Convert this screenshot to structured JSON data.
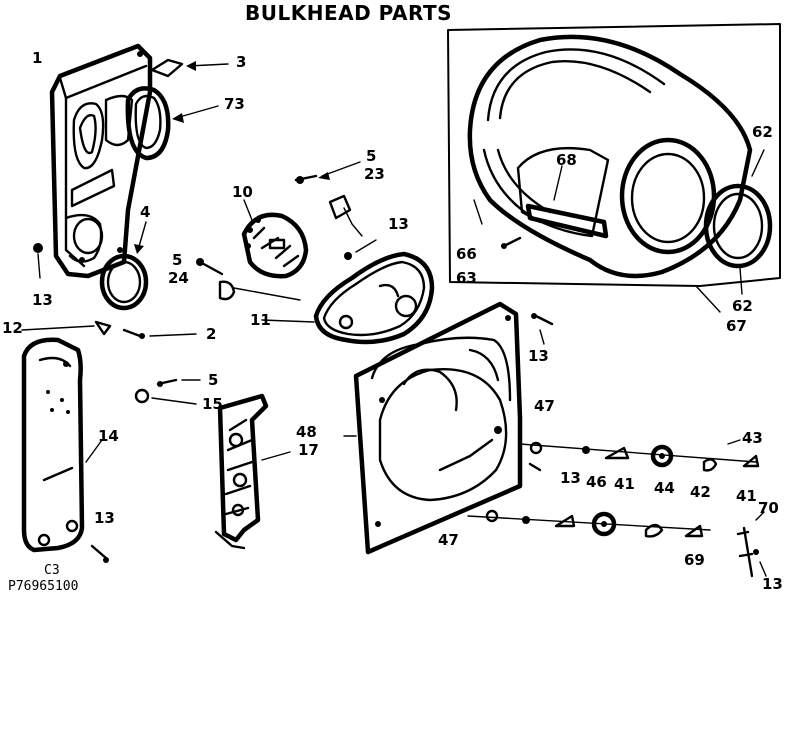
{
  "diagram": {
    "title": "BULKHEAD PARTS",
    "figure_code": "C3",
    "figure_number": "P76965100",
    "callouts": [
      {
        "key": "c1",
        "text": "1"
      },
      {
        "key": "c3",
        "text": "3"
      },
      {
        "key": "c73",
        "text": "73"
      },
      {
        "key": "c4",
        "text": "4"
      },
      {
        "key": "c13a",
        "text": "13"
      },
      {
        "key": "c10",
        "text": "10"
      },
      {
        "key": "c5a",
        "text": "5"
      },
      {
        "key": "c23",
        "text": "23"
      },
      {
        "key": "c13b",
        "text": "13"
      },
      {
        "key": "c5b",
        "text": "5"
      },
      {
        "key": "c24",
        "text": "24"
      },
      {
        "key": "c11",
        "text": "11"
      },
      {
        "key": "c12",
        "text": "12"
      },
      {
        "key": "c2",
        "text": "2"
      },
      {
        "key": "c5c",
        "text": "5"
      },
      {
        "key": "c15",
        "text": "15"
      },
      {
        "key": "c14",
        "text": "14"
      },
      {
        "key": "c13c",
        "text": "13"
      },
      {
        "key": "c68",
        "text": "68"
      },
      {
        "key": "c62a",
        "text": "62"
      },
      {
        "key": "c66",
        "text": "66"
      },
      {
        "key": "c63",
        "text": "63"
      },
      {
        "key": "c62b",
        "text": "62"
      },
      {
        "key": "c67",
        "text": "67"
      },
      {
        "key": "c13d",
        "text": "13"
      },
      {
        "key": "c48",
        "text": "48"
      },
      {
        "key": "c17",
        "text": "17"
      },
      {
        "key": "c47a",
        "text": "47"
      },
      {
        "key": "c13e",
        "text": "13"
      },
      {
        "key": "c46",
        "text": "46"
      },
      {
        "key": "c41a",
        "text": "41"
      },
      {
        "key": "c44",
        "text": "44"
      },
      {
        "key": "c42",
        "text": "42"
      },
      {
        "key": "c43",
        "text": "43"
      },
      {
        "key": "c41b",
        "text": "41"
      },
      {
        "key": "c70",
        "text": "70"
      },
      {
        "key": "c47b",
        "text": "47"
      },
      {
        "key": "c69",
        "text": "69"
      },
      {
        "key": "c13f",
        "text": "13"
      }
    ]
  }
}
